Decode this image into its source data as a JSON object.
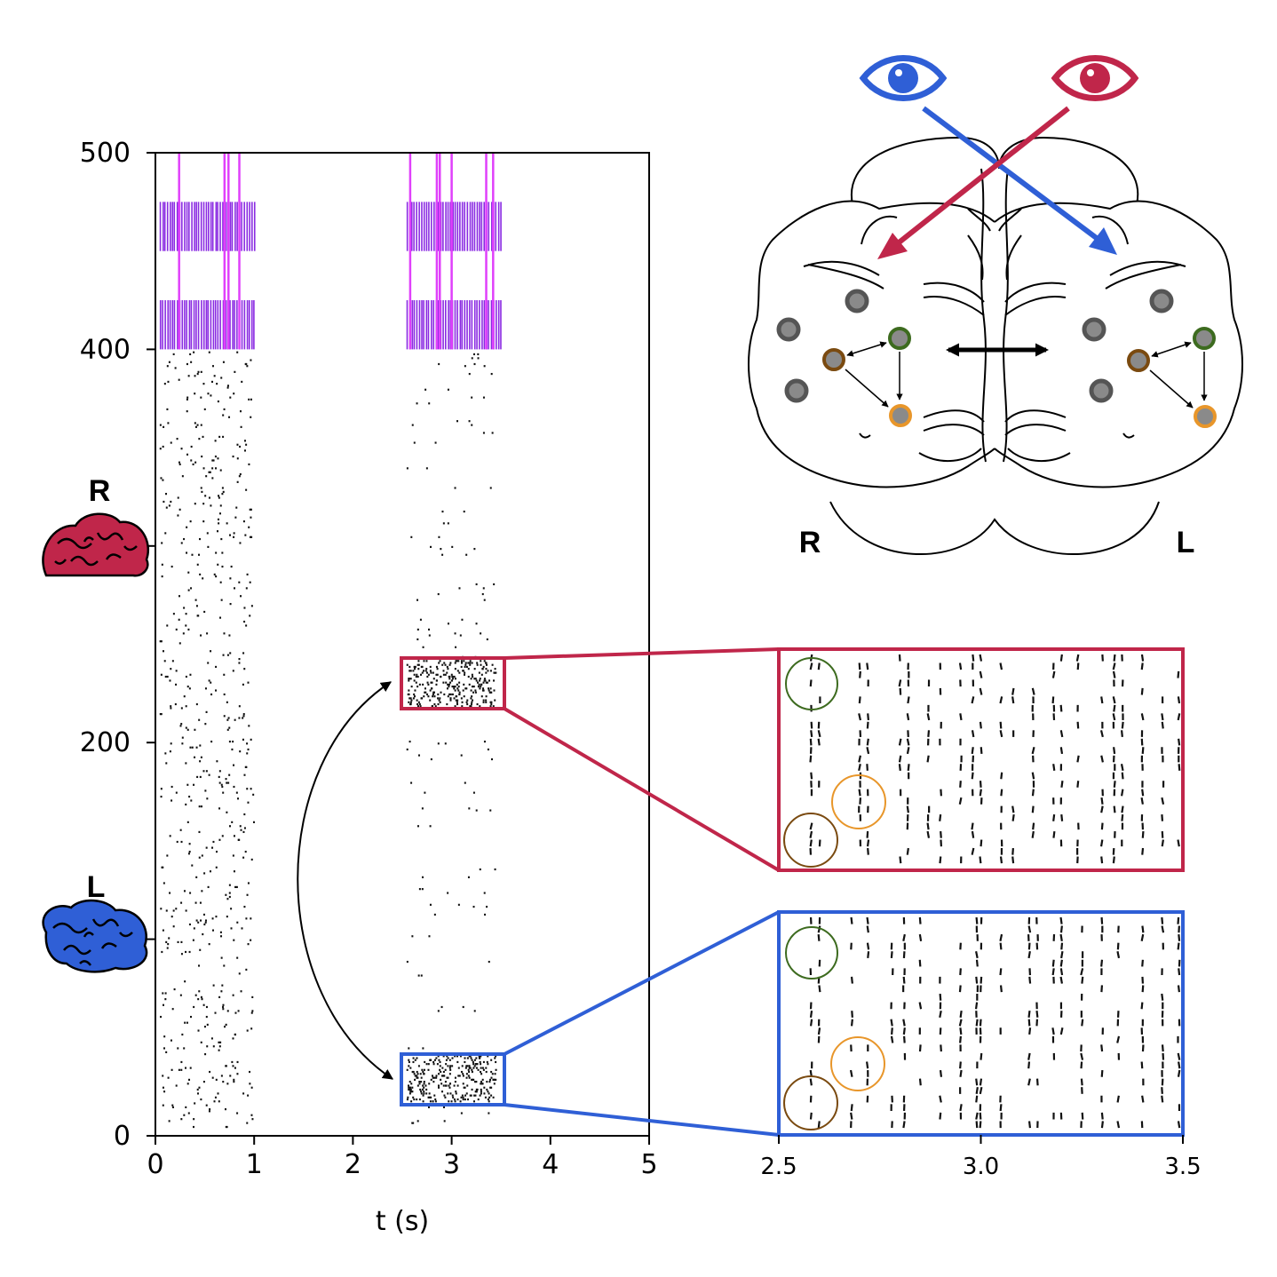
{
  "chart_data": [
    {
      "type": "raster",
      "xlabel": "t (s)",
      "xlim": [
        0,
        5
      ],
      "ylim": [
        0,
        500
      ],
      "xticks": [
        "0",
        "1",
        "2",
        "3",
        "4",
        "5"
      ],
      "yticks": [
        "0",
        "200",
        "400",
        "500"
      ],
      "hemisphere_labels": [
        "R",
        "L"
      ],
      "input_rows": [
        [
          400,
          425
        ],
        [
          450,
          475
        ]
      ],
      "stimulus_windows": [
        [
          0,
          1
        ],
        [
          2.5,
          3.5
        ]
      ],
      "highlight_boxes": [
        {
          "hemisphere": "R",
          "t": [
            2.5,
            3.5
          ],
          "rows": [
            217,
            242
          ],
          "color": "#c0264a"
        },
        {
          "hemisphere": "L",
          "t": [
            2.5,
            3.5
          ],
          "rows": [
            17,
            42
          ],
          "color": "#2f5fd6"
        }
      ]
    },
    {
      "type": "raster",
      "panel": "zoom-R",
      "xlim": [
        2.5,
        3.5
      ],
      "xticks": [
        "2.5",
        "3.0",
        "3.5"
      ],
      "border_color": "#c0264a",
      "spike_times": [
        2.58,
        2.6,
        2.7,
        2.72,
        2.8,
        2.82,
        2.87,
        2.9,
        2.95,
        2.98,
        3.0,
        3.05,
        3.08,
        3.13,
        3.18,
        3.2,
        3.24,
        3.3,
        3.33,
        3.35,
        3.4,
        3.45,
        3.49
      ]
    },
    {
      "type": "raster",
      "panel": "zoom-L",
      "xlim": [
        2.5,
        3.5
      ],
      "border_color": "#2f5fd6",
      "spike_times": [
        2.58,
        2.6,
        2.68,
        2.72,
        2.78,
        2.81,
        2.85,
        2.9,
        2.95,
        2.99,
        3.0,
        3.05,
        3.12,
        3.14,
        3.18,
        3.2,
        3.25,
        3.3,
        3.34,
        3.4,
        3.45,
        3.49
      ]
    }
  ],
  "diagram": {
    "hemisphere_labels": [
      "R",
      "L"
    ],
    "left_eye_color": "#2f5fd6",
    "right_eye_color": "#c0264a",
    "neuron_colors": {
      "gray": "#7a7a7a",
      "green": "#3d6b1f",
      "brown": "#7a4a10",
      "orange": "#e8962a"
    }
  }
}
